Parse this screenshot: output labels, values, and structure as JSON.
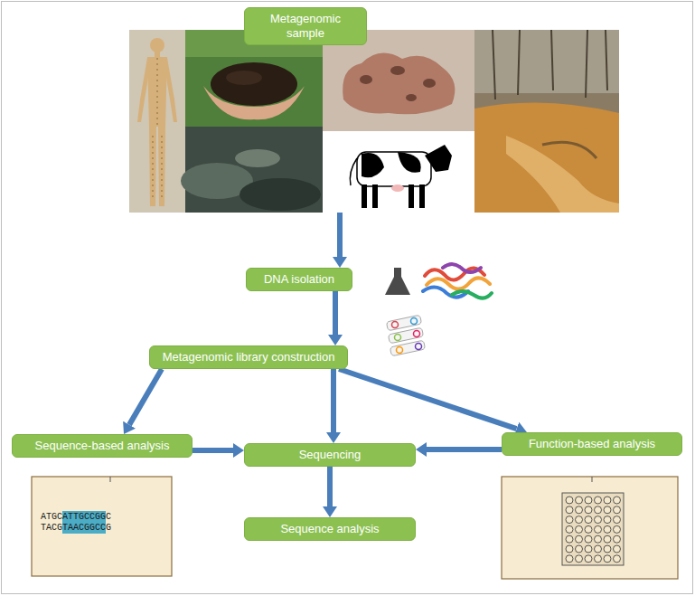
{
  "diagram": {
    "nodes": [
      {
        "text": [
          "Metagenomic sample"
        ]
      },
      {
        "text": [
          "DNA isolation"
        ]
      },
      {
        "text": [
          "Metagenomic library construction"
        ]
      },
      {
        "text": [
          "Sequence-based analysis"
        ]
      },
      {
        "text": [
          "Sequencing"
        ]
      },
      {
        "text": [
          "Function-based analysis"
        ]
      },
      {
        "text": [
          "Sequence analysis"
        ]
      }
    ],
    "edges": [
      {
        "from": 0,
        "to": 1,
        "arrow": "to"
      },
      {
        "from": 1,
        "to": 2,
        "arrow": "to"
      },
      {
        "from": 2,
        "to": 3,
        "arrow": "to"
      },
      {
        "from": 2,
        "to": 4,
        "arrow": "to"
      },
      {
        "from": 2,
        "to": 5,
        "arrow": "to"
      },
      {
        "from": 3,
        "to": 4,
        "arrow": "to"
      },
      {
        "from": 5,
        "to": 4,
        "arrow": "to"
      },
      {
        "from": 4,
        "to": 6,
        "arrow": "to"
      }
    ],
    "labels": [
      "ATGCATTGCCGGC",
      "TACGTAACGGCCG"
    ]
  }
}
